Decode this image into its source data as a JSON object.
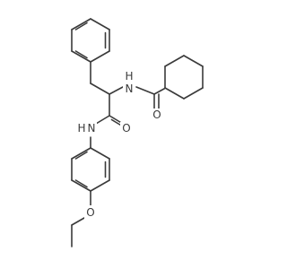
{
  "molecule": {
    "colors": {
      "bond": "#3a3a3a",
      "label": "#3a3a3a",
      "background": "#ffffff"
    },
    "atoms": [
      {
        "id": "amide-nh-upper",
        "text": "H",
        "sub": "N"
      },
      {
        "id": "amide-nh-lower",
        "text": "H",
        "sub": "N"
      },
      {
        "id": "carbonyl-o-upper",
        "text": "O"
      },
      {
        "id": "carbonyl-o-lower",
        "text": "O"
      },
      {
        "id": "ether-o",
        "text": "O"
      }
    ],
    "labels": {
      "nh_upper_h": "H",
      "nh_upper_n": "N",
      "nh_lower_h": "H",
      "nh_lower_n": "N",
      "o_upper": "O",
      "o_lower": "O",
      "o_ether": "O"
    }
  }
}
